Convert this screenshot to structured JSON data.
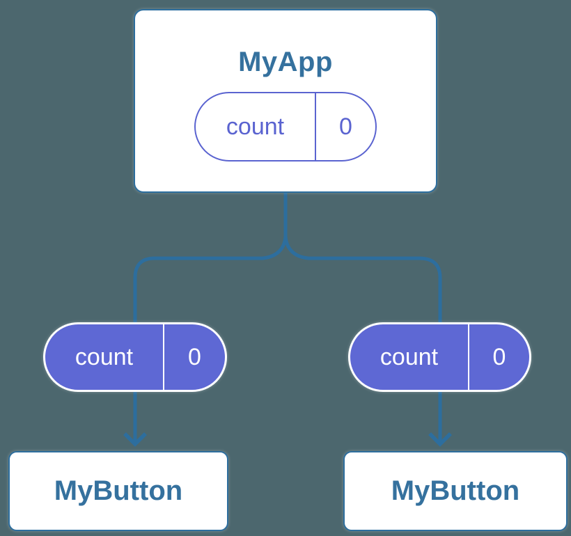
{
  "colors": {
    "background": "#4C676E",
    "line": "#2D6E9E",
    "node_text": "#35719E",
    "indigo": "#5A63D0",
    "pill_fill": "#5E68D4",
    "white": "#FFFFFF"
  },
  "diagram": {
    "type": "component-tree",
    "root": {
      "title": "MyApp",
      "state": {
        "label": "count",
        "value": "0"
      }
    },
    "children": [
      {
        "title": "MyButton",
        "prop": {
          "label": "count",
          "value": "0"
        }
      },
      {
        "title": "MyButton",
        "prop": {
          "label": "count",
          "value": "0"
        }
      }
    ]
  }
}
